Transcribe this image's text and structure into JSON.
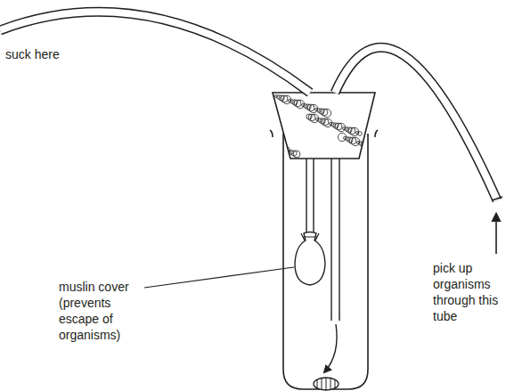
{
  "diagram": {
    "labels": [
      "suck here",
      "muslin cover (prevents escape of organisms)",
      "pick up organisms through this tube"
    ]
  }
}
